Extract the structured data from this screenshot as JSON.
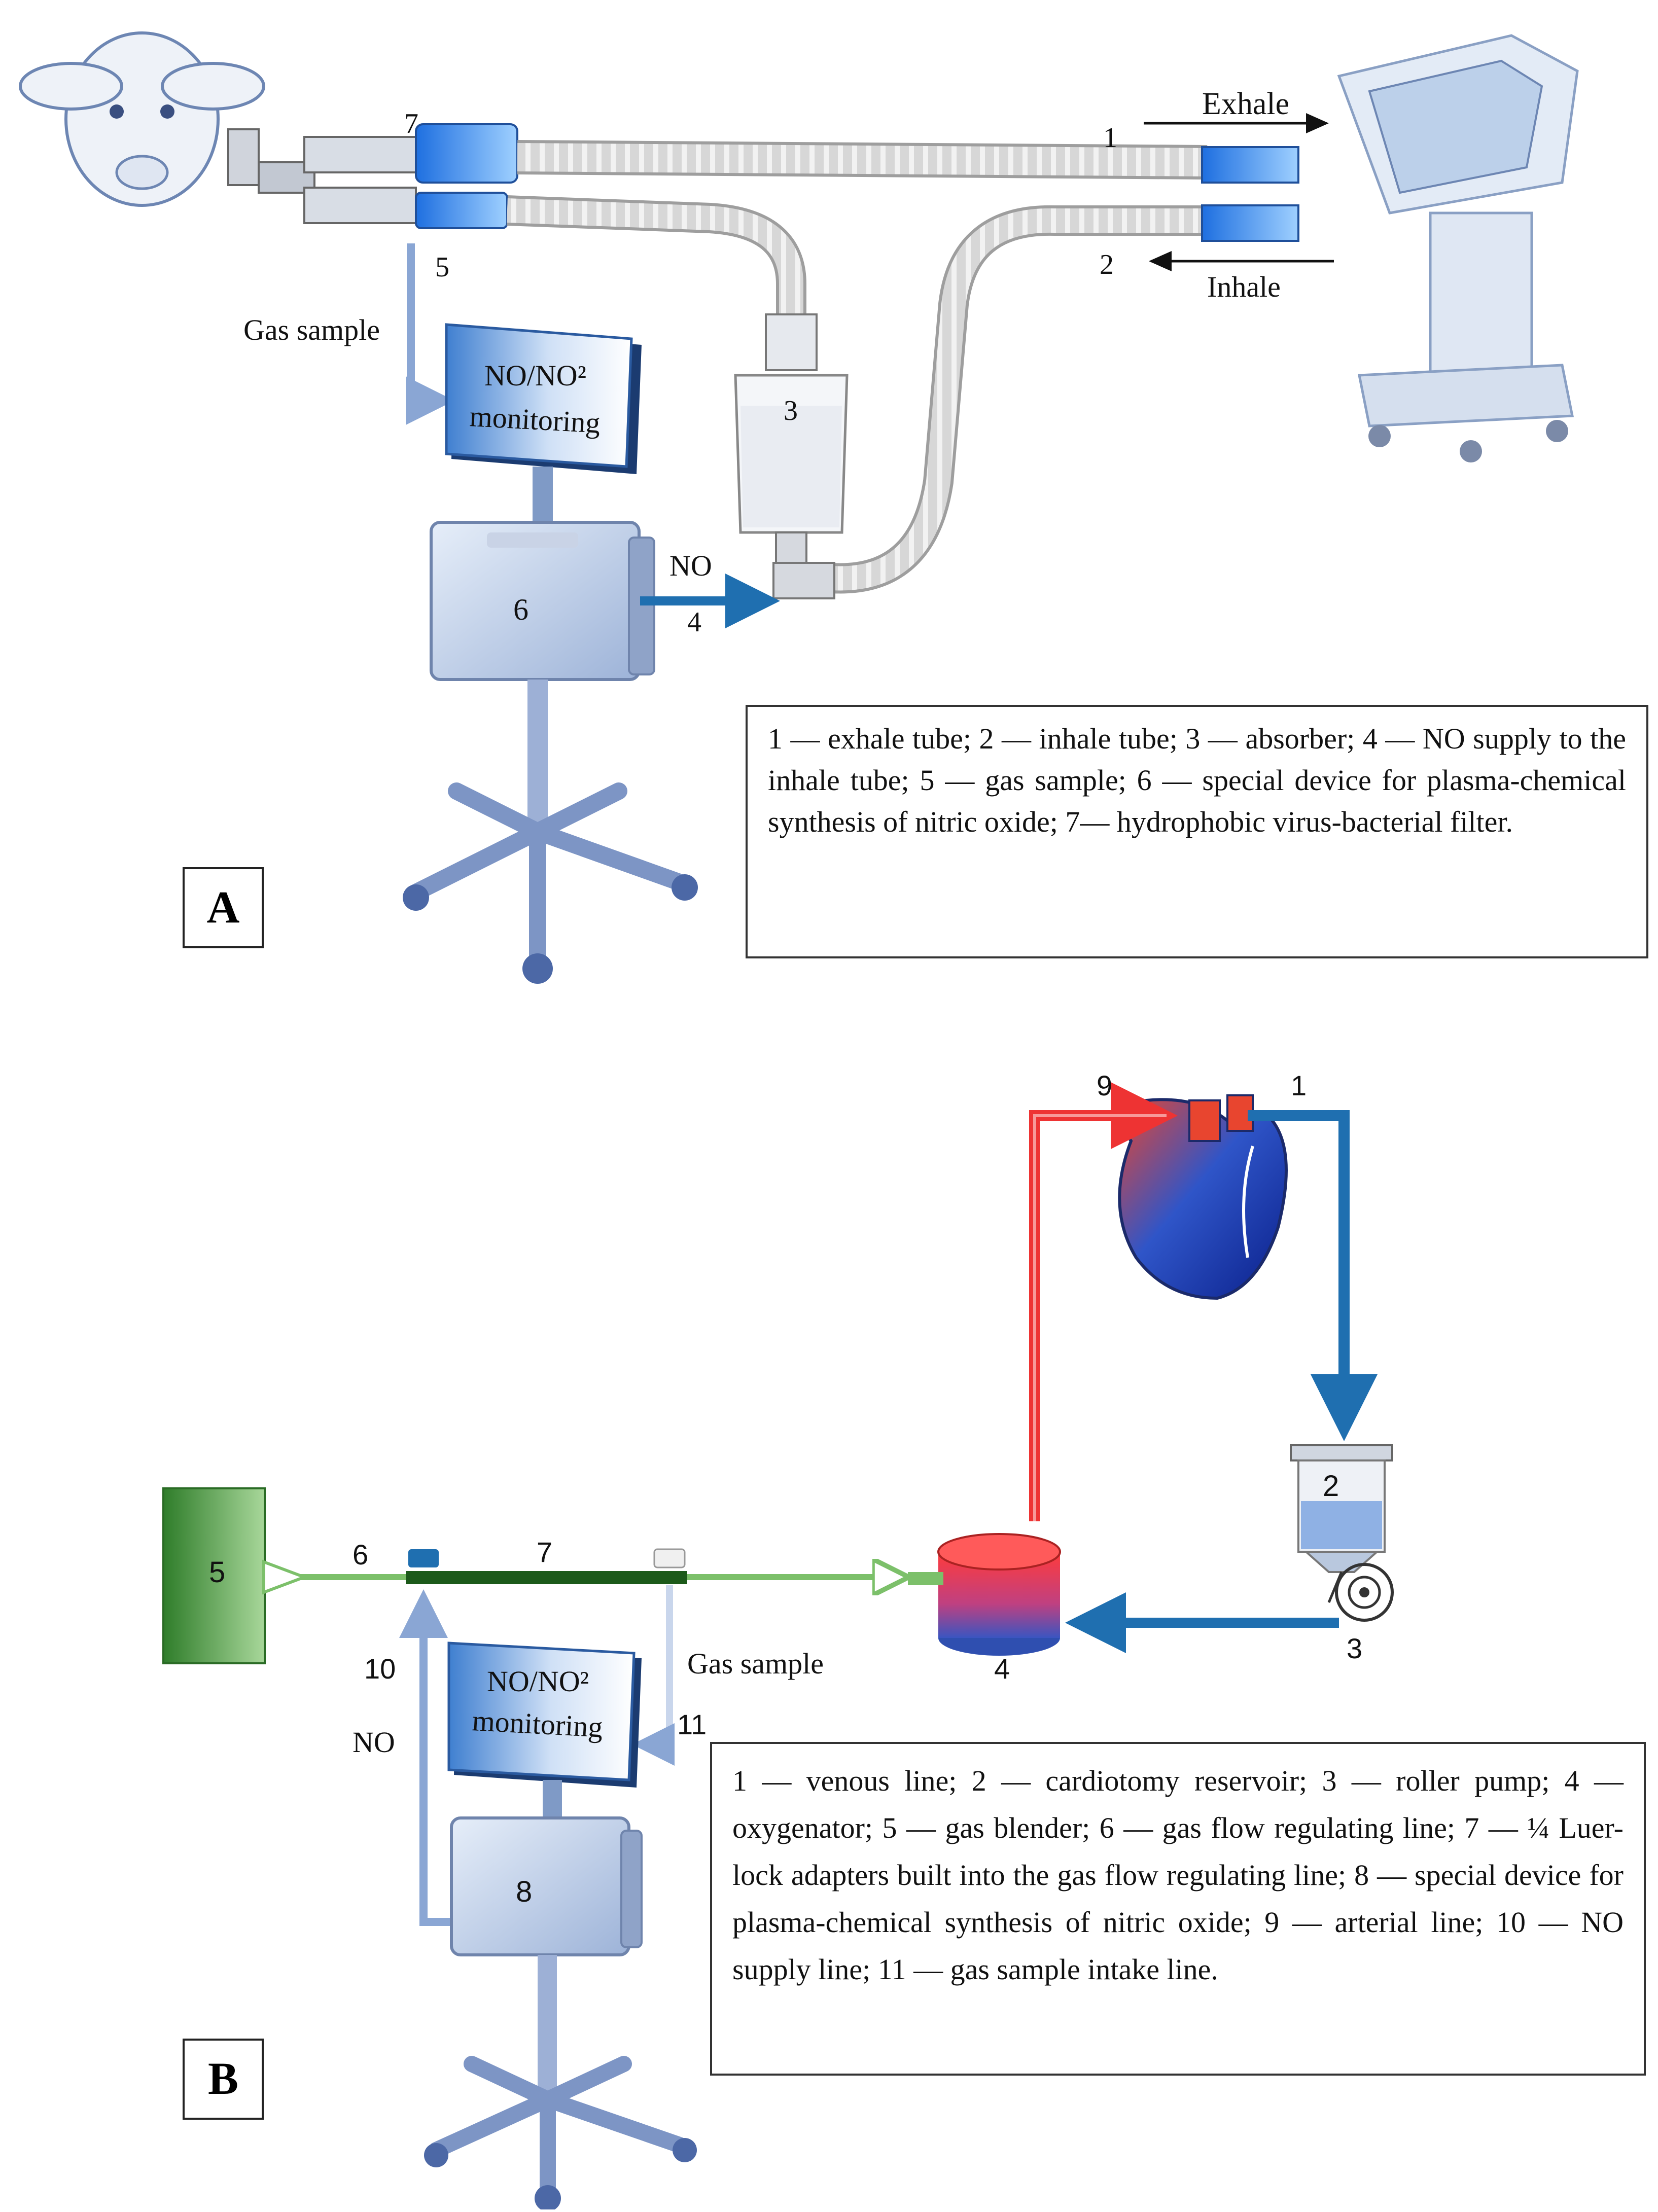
{
  "panel_a": {
    "label": "A",
    "exhale_label": "Exhale",
    "inhale_label": "Inhale",
    "gas_sample_label": "Gas sample",
    "monitor_line1": "NO/NO²",
    "monitor_line2": "monitoring",
    "no_label": "NO",
    "num_1": "1",
    "num_2": "2",
    "num_3": "3",
    "num_4": "4",
    "num_5": "5",
    "num_6": "6",
    "num_7": "7",
    "legend": "1 — exhale tube; 2 — inhale tube; 3 — absorber; 4 — NO supply to the inhale tube; 5 — gas sample; 6 — special device for plasma-chemical synthesis of nitric oxide; 7— hydrophobic virus-bacterial filter."
  },
  "panel_b": {
    "label": "B",
    "gas_sample_label": "Gas sample",
    "monitor_line1": "NO/NO²",
    "monitor_line2": "monitoring",
    "no_label": "NO",
    "num_1": "1",
    "num_2": "2",
    "num_3": "3",
    "num_4": "4",
    "num_5": "5",
    "num_6": "6",
    "num_7": "7",
    "num_8": "8",
    "num_9": "9",
    "num_10": "10",
    "num_11": "11",
    "legend": "1 — venous line; 2 — cardiotomy reservoir; 3 — roller pump; 4 — oxygenator; 5 — gas blender; 6 — gas flow regulating line; 7 — ¼ Luer-lock adapters built into the gas flow regulating line; 8 — special device for plasma-chemical synthesis of nitric oxide; 9 — arterial line; 10 — NO supply line; 11 — gas sample intake line."
  },
  "colors": {
    "venous_blue": "#1f6fb0",
    "arterial_red": "#ee3333",
    "device_blue": "#8aa6d4",
    "gas_green": "#7cc06a",
    "blender_green": "#3e8f33",
    "tube_grey": "#c8c8c8"
  }
}
